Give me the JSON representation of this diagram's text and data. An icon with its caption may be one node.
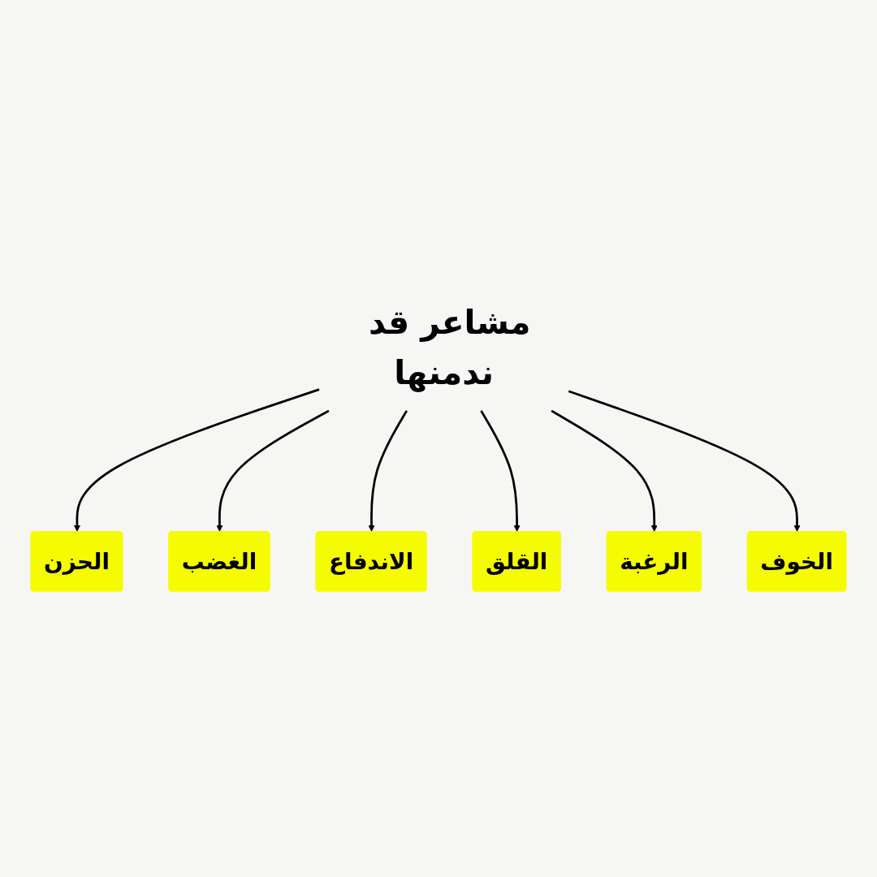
{
  "diagram": {
    "nodes": [
      {
        "text": [
          "مشاعر قد ندمنها"
        ]
      },
      {
        "text": [
          "الحزن"
        ]
      },
      {
        "text": [
          "الغضب"
        ]
      },
      {
        "text": [
          "الاندفاع"
        ]
      },
      {
        "text": [
          "القلق"
        ]
      },
      {
        "text": [
          "الرغبة"
        ]
      },
      {
        "text": [
          "الخوف"
        ]
      }
    ],
    "edges": [
      {
        "from": 0,
        "to": 1,
        "arrow": "to"
      },
      {
        "from": 0,
        "to": 2,
        "arrow": "to"
      },
      {
        "from": 0,
        "to": 3,
        "arrow": "to"
      },
      {
        "from": 0,
        "to": 4,
        "arrow": "to"
      },
      {
        "from": 0,
        "to": 5,
        "arrow": "to"
      },
      {
        "from": 0,
        "to": 6,
        "arrow": "to"
      }
    ]
  }
}
